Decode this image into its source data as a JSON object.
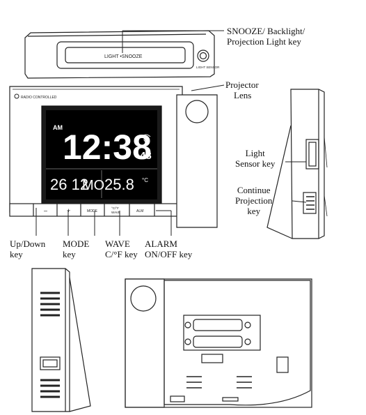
{
  "labels": {
    "snooze_line1": "SNOOZE/ Backlight/",
    "snooze_line2": "Projection Light key",
    "projector_line1": "Projector",
    "projector_line2": "Lens",
    "light_sensor_line1": "Light",
    "light_sensor_line2": "Sensor key",
    "continue_line1": "Continue",
    "continue_line2": "Projection",
    "continue_line3": "key",
    "updown_line1": "Up/Down",
    "updown_line2": "key",
    "mode_line1": "MODE",
    "mode_line2": "key",
    "wave_line1": "WAVE",
    "wave_line2": "C/°F key",
    "alarm_line1": "ALARM",
    "alarm_line2": "ON/OFF key"
  },
  "device_text": {
    "top_bar": "LIGHT  •SNOOZE",
    "light_sensor": "LIGHT SENSOR",
    "radio_controlled": "RADIO CONTROLLED",
    "am": "AM",
    "time": "12:38",
    "seconds": "48",
    "date": "26 12",
    "weekday": "MO",
    "temperature": "25.8",
    "temp_unit": "°C",
    "key_minus": "–",
    "key_plus": "+",
    "key_mode": "MODE",
    "key_wave_line1": "°C/°F",
    "key_wave_line2": "WAVE",
    "key_alarm": "ALM"
  }
}
